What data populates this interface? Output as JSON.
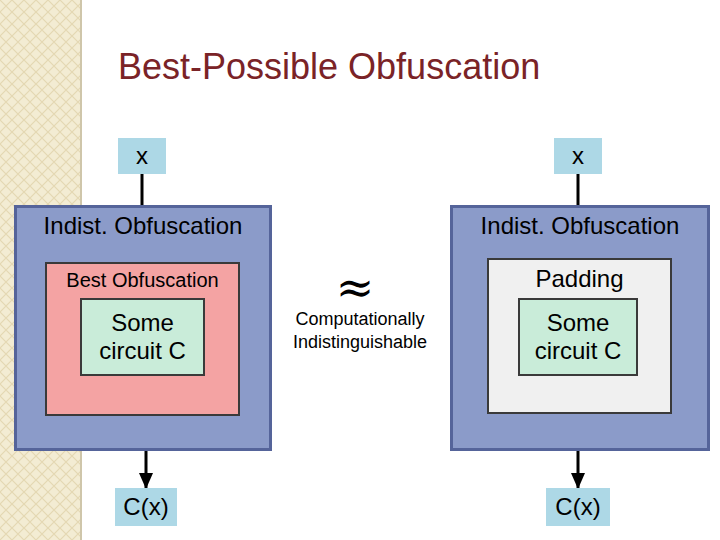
{
  "diagram": {
    "title": "Best-Possible Obfuscation",
    "nodes": [
      {
        "text": [
          "x"
        ]
      },
      {
        "text": [
          "x"
        ]
      },
      {
        "text": [
          "Indist. Obfuscation"
        ]
      },
      {
        "text": [
          "Best Obfuscation"
        ],
        "in": 2
      },
      {
        "text": [
          "Some circuit C"
        ],
        "in": 3
      },
      {
        "text": [
          "Indist. Obfuscation"
        ]
      },
      {
        "text": [
          "Padding"
        ],
        "in": 5
      },
      {
        "text": [
          "Some circuit C"
        ],
        "in": 6
      },
      {
        "text": [
          "C(x)"
        ]
      },
      {
        "text": [
          "C(x)"
        ]
      }
    ],
    "edges": [
      {
        "from": 0,
        "to": 2,
        "arrow": "none"
      },
      {
        "from": 1,
        "to": 5,
        "arrow": "none"
      },
      {
        "from": 2,
        "to": 8,
        "arrow": "to"
      },
      {
        "from": 5,
        "to": 9,
        "arrow": "to"
      }
    ],
    "labels": [
      "≈",
      "Computationally Indistinguishable"
    ]
  }
}
